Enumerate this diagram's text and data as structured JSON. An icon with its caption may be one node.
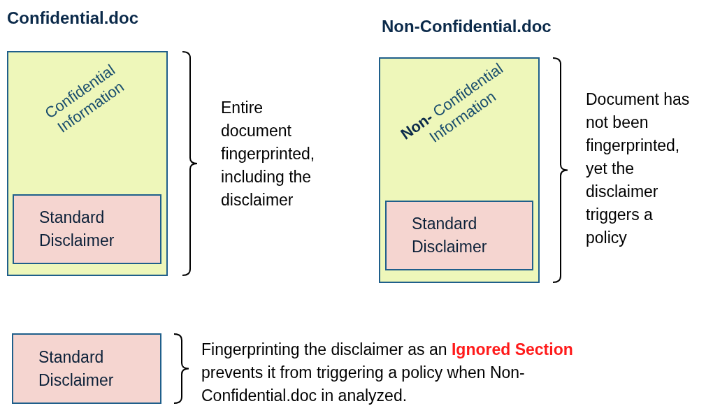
{
  "diagram": {
    "nodes": [
      {
        "text": [
          "Confidential.doc",
          "Confidential Information"
        ]
      },
      {
        "text": [
          "Standard Disclaimer"
        ],
        "in": 0
      },
      {
        "text": [
          "Non-Confidential.doc",
          "**Non-** Confidential Information"
        ]
      },
      {
        "text": [
          "Standard Disclaimer"
        ],
        "in": 2
      },
      {
        "text": [
          "Standard Disclaimer"
        ]
      }
    ],
    "edges": [],
    "labels": [
      "Entire document fingerprinted, including the disclaimer",
      "Document has not been fingerprinted, yet the disclaimer triggers a policy",
      "Fingerprinting the disclaimer as an **Ignored Section** prevents it from triggering a policy when Non-Confidential.doc in analyzed."
    ]
  }
}
